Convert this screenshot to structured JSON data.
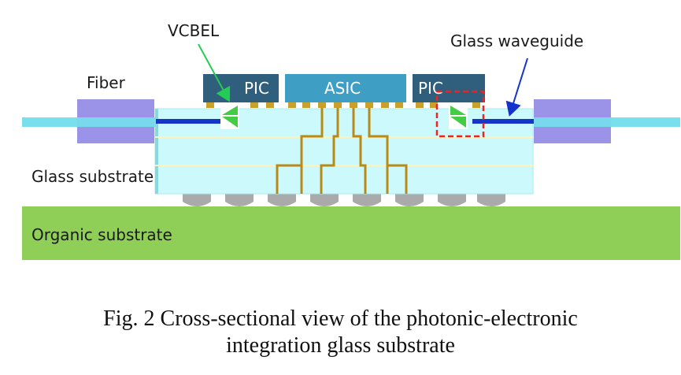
{
  "labels": {
    "vcbel": "VCBEL",
    "glass_waveguide": "Glass waveguide",
    "fiber": "Fiber",
    "glass_substrate": "Glass substrate",
    "organic_substrate": "Organic substrate"
  },
  "chips": {
    "pic_left": "PIC",
    "asic": "ASIC",
    "pic_right": "PIC"
  },
  "caption": {
    "line1": "Fig. 2 Cross-sectional view of the photonic-electronic",
    "line2": "integration glass substrate"
  },
  "colors": {
    "organic": "#8fce57",
    "glass": "#ccfafc",
    "glass_edge": "#8ad8de",
    "layer_line": "#fff2b8",
    "chip_pic": "#2f5f7d",
    "chip_asic": "#3e9ec4",
    "fiber_core": "#77e0ec",
    "waveguide": "#1535c8",
    "connector": "#9a93e8",
    "bump": "#aaaaaa",
    "via": "#b88a1a",
    "mirror": "#44cc44",
    "arrow_green": "#22cc55",
    "arrow_blue": "#1533cc",
    "highlight": "#ee2222"
  }
}
